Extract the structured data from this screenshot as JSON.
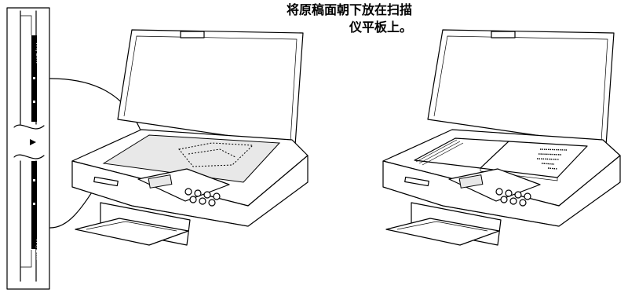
{
  "caption": {
    "line1": "将原稿面朝下放在扫描",
    "line2": "仪平板上。"
  },
  "ruler": {
    "text_top": "A4/LTR",
    "text_bottom": "A4/LTR"
  }
}
